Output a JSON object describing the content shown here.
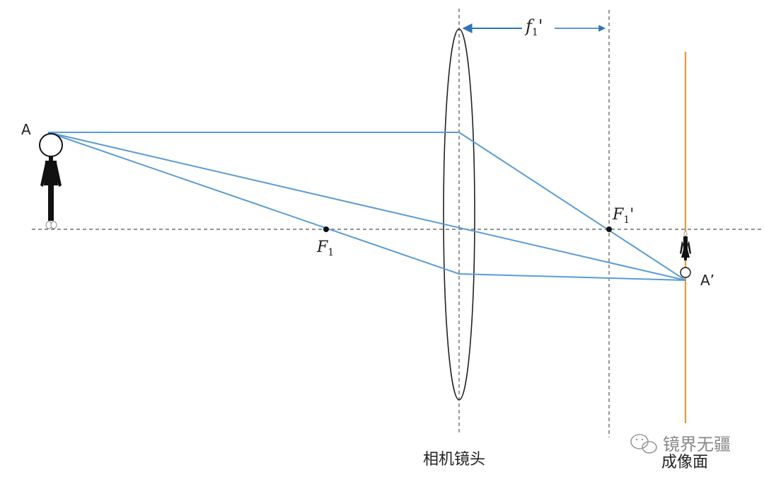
{
  "labels": {
    "object": "A",
    "image": "A’",
    "front_focus_base": "F",
    "front_focus_sub": "1",
    "back_focus_base": "F",
    "back_focus_sub": "1",
    "back_focus_prime": "'",
    "focal_length_base": "f",
    "focal_length_sub": "1",
    "focal_length_prime": "'",
    "lens": "相机镜头",
    "image_plane": "成像面",
    "watermark": "镜界无疆"
  },
  "colors": {
    "ray": "#5b9bd5",
    "dimension_arrow": "#2e75b6",
    "sensor": "#e39a3c",
    "line": "#222222",
    "dashed": "#555555"
  },
  "icons": {
    "object": "standing-person-icon",
    "image": "inverted-person-icon",
    "watermark": "wechat-icon"
  }
}
